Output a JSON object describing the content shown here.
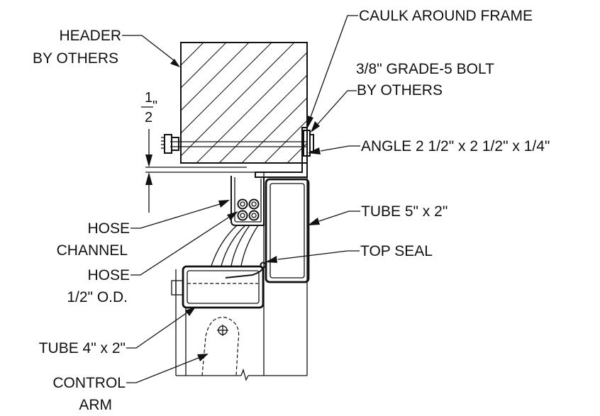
{
  "labels": {
    "header_line1": "HEADER",
    "header_line2": "BY OTHERS",
    "caulk": "CAULK AROUND FRAME",
    "bolt_line1": "3/8\" GRADE-5 BOLT",
    "bolt_line2": "BY OTHERS",
    "angle": "ANGLE 2 1/2\" x 2 1/2\" x 1/4\"",
    "tube_large": "TUBE 5\" x 2\"",
    "top_seal": "TOP SEAL",
    "hose_channel_line1": "HOSE",
    "hose_channel_line2": "CHANNEL",
    "hose_line1": "HOSE",
    "hose_line2": "1/2\" O.D.",
    "tube_small": "TUBE 4\" x 2\"",
    "control_arm_line1": "CONTROL",
    "control_arm_line2": "ARM"
  },
  "dimension": {
    "numerator": "1",
    "denominator": "2",
    "unit": "\""
  }
}
